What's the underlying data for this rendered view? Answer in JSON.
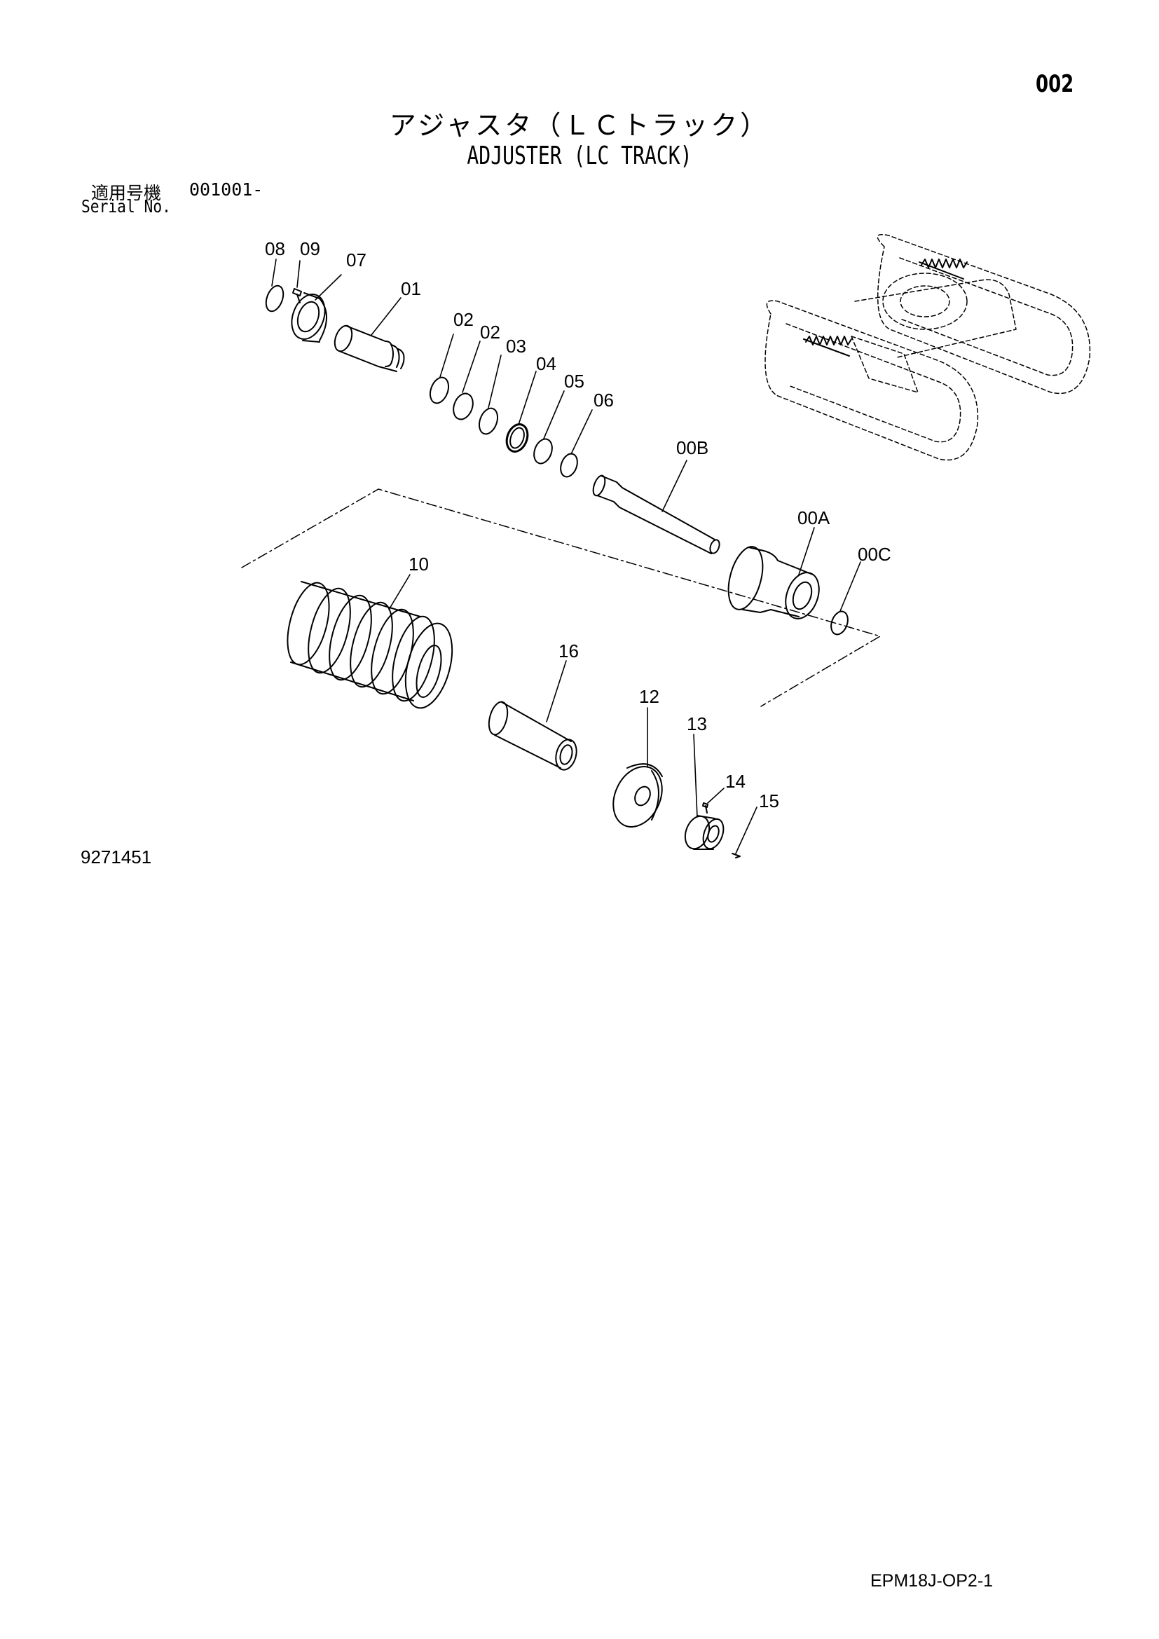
{
  "header": {
    "page_number": "002",
    "title_jp": "アジャスタ（ＬＣトラック）",
    "title_en": "ADJUSTER (LC TRACK)"
  },
  "serial": {
    "label_jp": "適用号機",
    "value": "001001-",
    "label_en": "Serial No."
  },
  "diagram": {
    "callouts": [
      "08",
      "09",
      "07",
      "01",
      "02",
      "02",
      "03",
      "04",
      "05",
      "06",
      "00B",
      "00A",
      "00C",
      "10",
      "16",
      "12",
      "13",
      "14",
      "15"
    ]
  },
  "footer": {
    "drawing_id": "9271451",
    "doc_code": "EPM18J-OP2-1"
  }
}
